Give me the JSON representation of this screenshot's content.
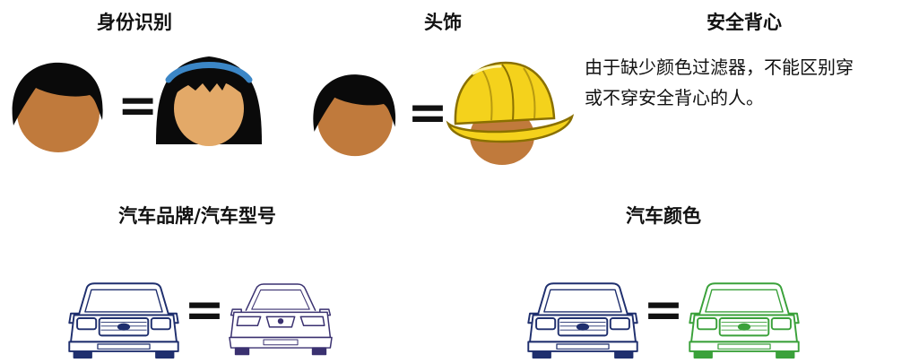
{
  "sections": {
    "identity": {
      "title": "身份识别"
    },
    "headwear": {
      "title": "头饰"
    },
    "safety_vest": {
      "title": "安全背心",
      "note_line1": "由于缺少颜色过滤器，不能区别穿",
      "note_line2": "或不穿安全背心的人。"
    },
    "car_make_model": {
      "title": "汽车品牌/汽车型号"
    },
    "car_color": {
      "title": "汽车颜色"
    }
  },
  "symbols": {
    "equals": "="
  },
  "icons": {
    "identity_left": "boy-face-icon",
    "identity_right": "girl-face-icon",
    "headwear_left": "boy-face-icon",
    "headwear_right": "hard-hat-face-icon",
    "car_model_left": "suv-front-icon",
    "car_model_right": "sedan-front-icon",
    "car_color_left": "suv-front-icon",
    "car_color_right": "suv-front-icon"
  },
  "colors": {
    "skin": "#c07a3c",
    "skin_light": "#e3a968",
    "hair": "#0a0a0a",
    "headband": "#3b86c6",
    "hard_hat": "#f4d21c",
    "car_navy": "#1f2f6e",
    "car_purple": "#3a3170",
    "car_green": "#3aa13a"
  }
}
